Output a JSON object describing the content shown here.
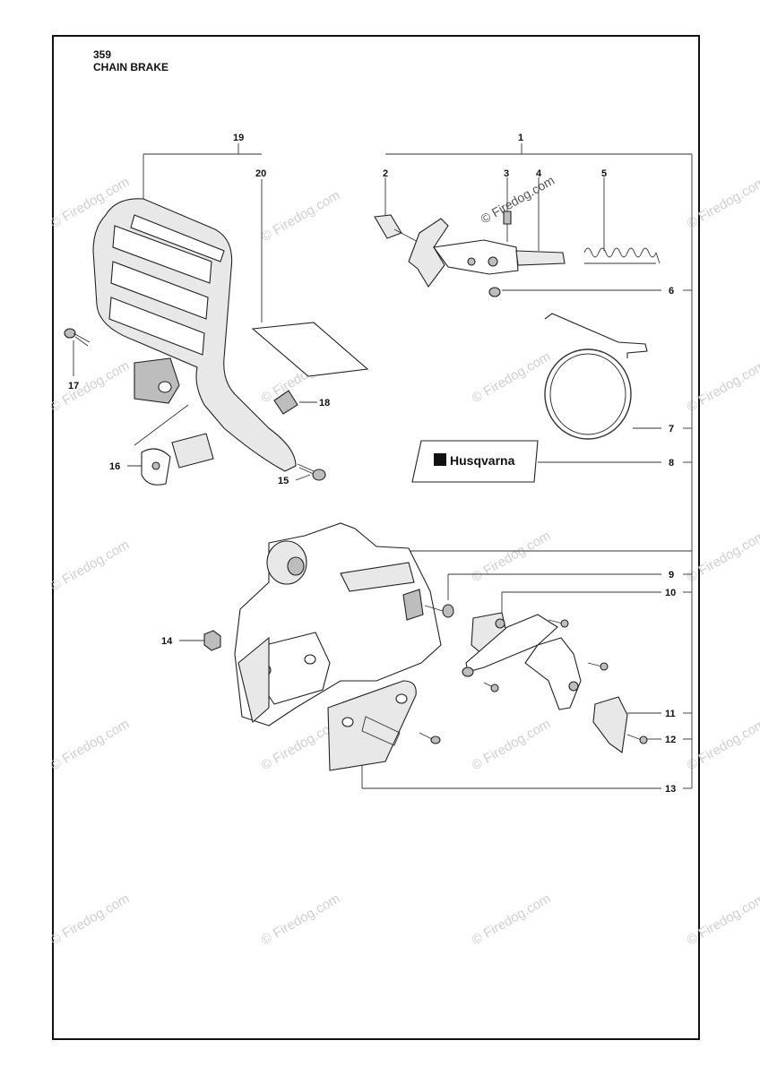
{
  "header": {
    "model": "359",
    "title": "CHAIN BRAKE"
  },
  "callouts": [
    "1",
    "2",
    "3",
    "4",
    "5",
    "6",
    "7",
    "8",
    "9",
    "10",
    "11",
    "12",
    "13",
    "14",
    "15",
    "16",
    "17",
    "18",
    "19",
    "20"
  ],
  "logo_text": "Husqvarna",
  "watermark": "© Firedog.com"
}
